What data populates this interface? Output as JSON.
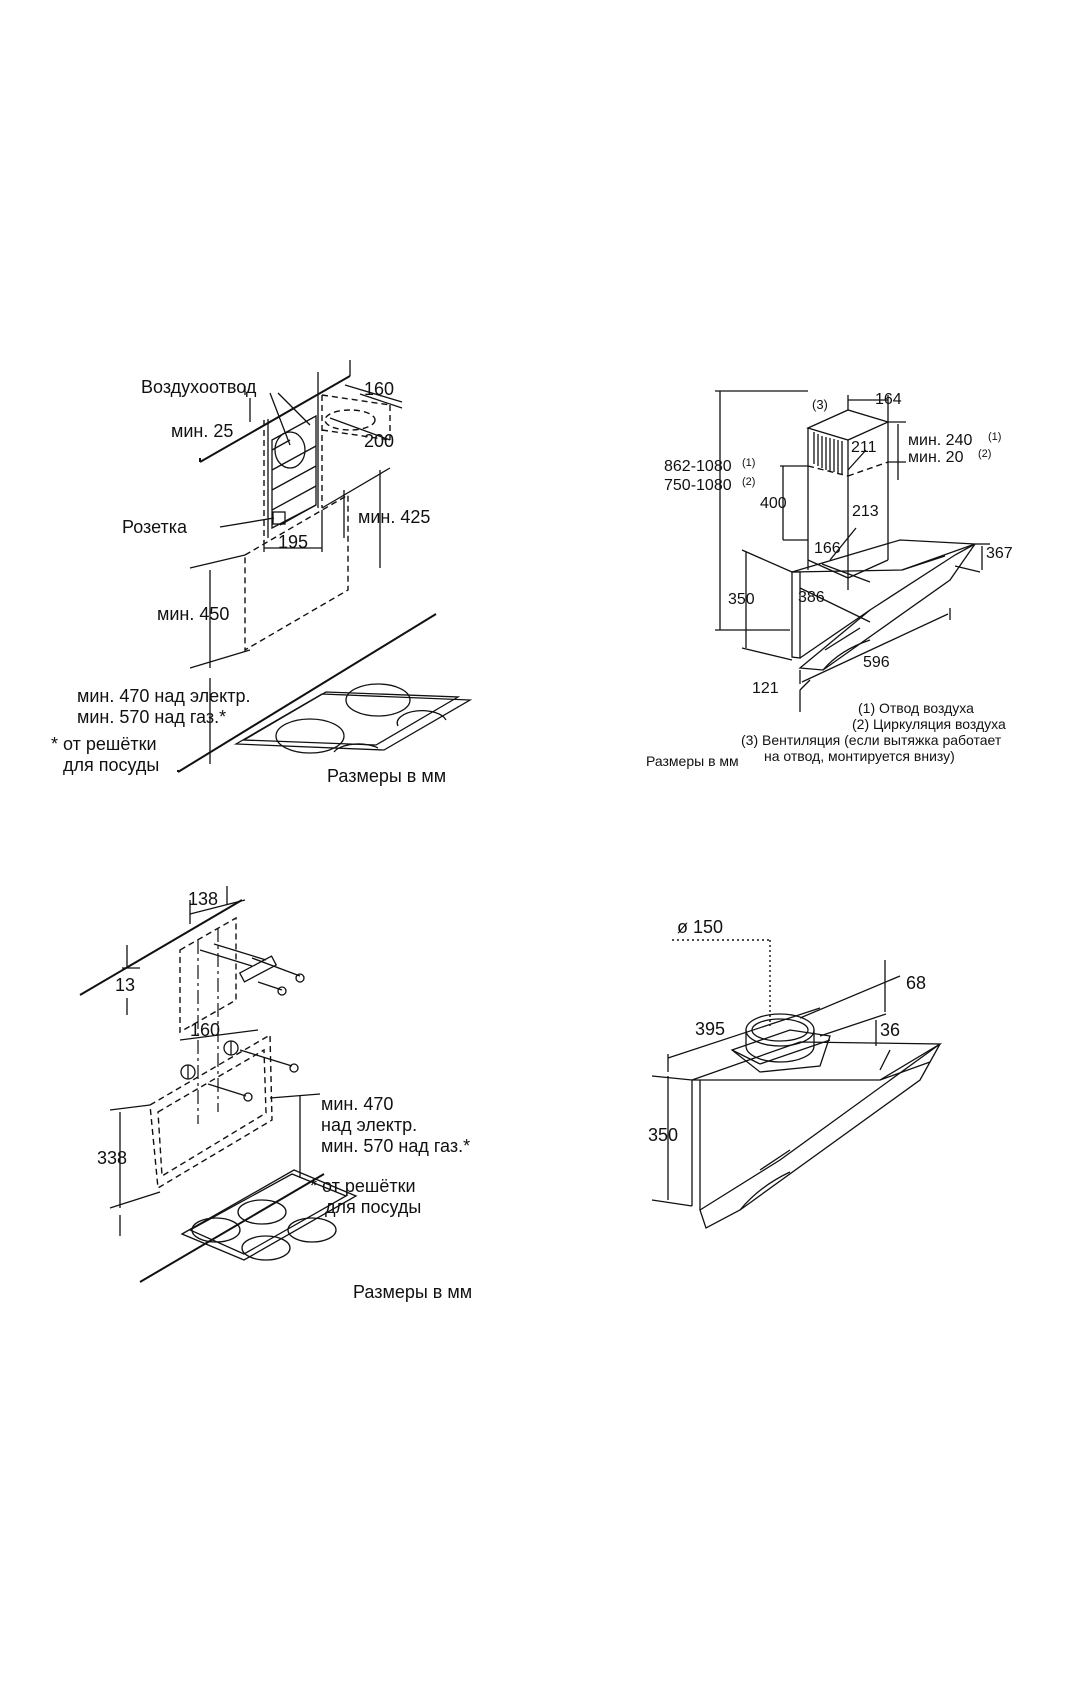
{
  "diagram_tl": {
    "air_outlet": "Воздухоотвод",
    "min25": "мин. 25",
    "d160": "160",
    "d200": "200",
    "socket": "Розетка",
    "d195": "195",
    "min425": "мин. 425",
    "min450": "мин. 450",
    "min470": "мин. 470 над электр.",
    "min570": "мин. 570 над газ.*",
    "note1": "* от решётки",
    "note2": "для посуды",
    "units": "Размеры в мм"
  },
  "diagram_tr": {
    "mark3": "(3)",
    "d164": "164",
    "d211": "211",
    "min240": "мин. 240",
    "sup1": "(1)",
    "min20": "мин. 20",
    "sup2": "(2)",
    "h1": "862-1080",
    "h1sup": "(1)",
    "h2": "750-1080",
    "h2sup": "(2)",
    "d400": "400",
    "d213": "213",
    "d166": "166",
    "d367": "367",
    "d350": "350",
    "d386": "386",
    "d596": "596",
    "d121": "121",
    "legend1": "(1) Отвод воздуха",
    "legend2": "(2) Циркуляция воздуха",
    "legend3": "(3) Вентиляция (если вытяжка работает",
    "legend4": "на отвод, монтируется внизу)",
    "units": "Размеры в мм"
  },
  "diagram_bl": {
    "d138": "138",
    "d13": "13",
    "d160": "160",
    "d338": "338",
    "min470": "мин. 470",
    "over_el": "над электр.",
    "min570": "мин. 570 над газ.*",
    "note1": "* от решётки",
    "note2": "для посуды",
    "units": "Размеры в мм"
  },
  "diagram_br": {
    "d150": "ø 150",
    "d68": "68",
    "d395": "395",
    "d36": "36",
    "d350": "350"
  }
}
